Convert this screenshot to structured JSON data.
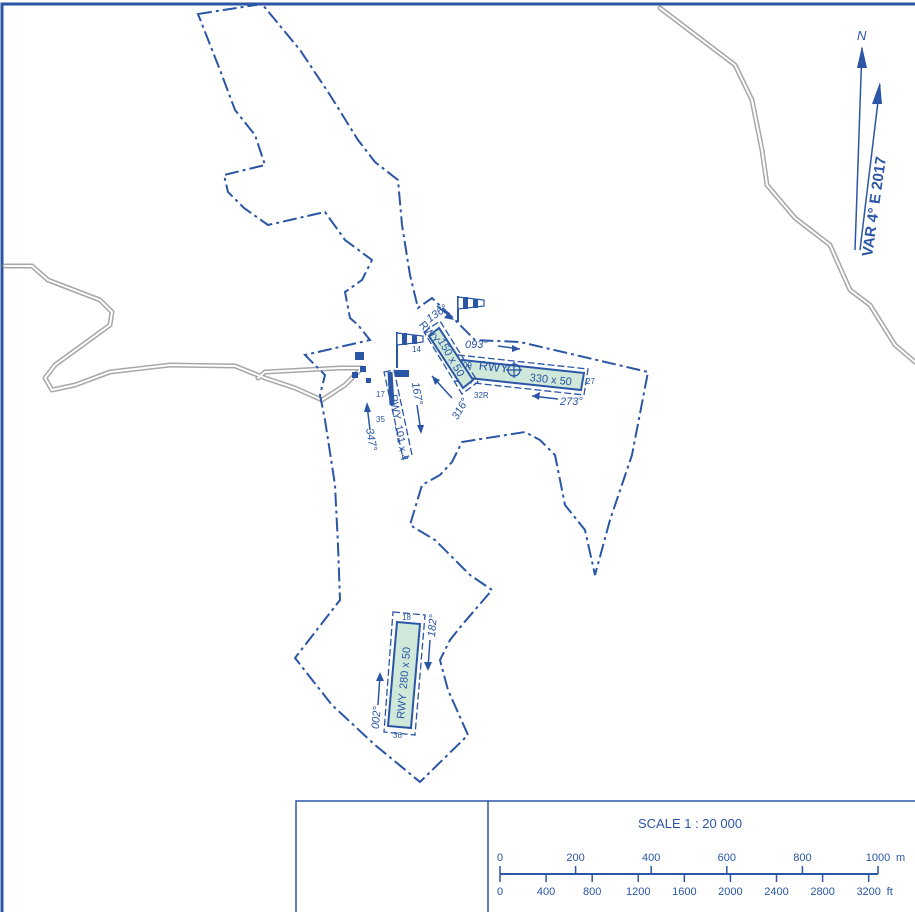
{
  "colors": {
    "ink": "#2a56a5",
    "runway_fill": "#cfe8d9",
    "road": "#a7a7a7"
  },
  "north": {
    "label": "N",
    "variation": "VAR 4° E 2017"
  },
  "runways": [
    {
      "id": "rwy_main",
      "label": "RWY",
      "dims": "330 x 50",
      "end_a": "09",
      "end_b": "27",
      "bearing_a": "093°",
      "bearing_b": "273°"
    },
    {
      "id": "rwy_diag",
      "label": "RWY",
      "dims": "150 x 50",
      "end_a": "14",
      "end_b": "32R",
      "bearing_a": "136°",
      "bearing_b": "316°"
    },
    {
      "id": "rwy_narrow",
      "label": "RWY",
      "dims": "101 x 4",
      "end_a": "17",
      "end_b": "35",
      "bearing_a": "167°",
      "bearing_b": "347°"
    },
    {
      "id": "rwy_south",
      "label": "RWY",
      "dims": "280 x 50",
      "end_a": "18",
      "end_b": "36",
      "bearing_a": "182°",
      "bearing_b": "002°"
    }
  ],
  "scale": {
    "title": "SCALE  1 : 20 000",
    "meters": [
      "0",
      "200",
      "400",
      "600",
      "800",
      "1000"
    ],
    "meters_unit": "m",
    "feet": [
      "0",
      "400",
      "800",
      "1200",
      "1600",
      "2000",
      "2400",
      "2800",
      "3200"
    ],
    "feet_unit": "ft"
  }
}
